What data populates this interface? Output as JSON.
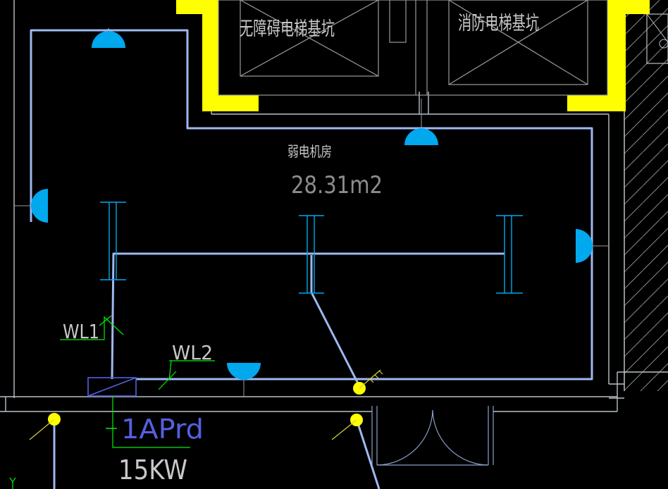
{
  "labels": {
    "barrier_free_pit": "无障碍电梯基坑",
    "fire_pit": "消防电梯基坑",
    "room_name": "弱电机房",
    "room_area": "28.31m2",
    "circuit_1": "WL1",
    "circuit_2": "WL2",
    "panel_id": "1APrd",
    "panel_power": "15KW"
  },
  "colors": {
    "background": "#000000",
    "wall_line": "#b8c2c8",
    "core_wall": "#ffff00",
    "wire": "#9fb8f0",
    "fixture": "#00a8ee",
    "tag": "#00ee00",
    "emergency_light": "#ffff00",
    "text": "#c8c8c8",
    "area_text": "#8c8c8c",
    "panel_text": "#5560e0"
  },
  "icons": {
    "wall_light": "half-dome-light",
    "emergency_light": "round-yellow-light",
    "light_bar": "fluorescent-tube"
  }
}
